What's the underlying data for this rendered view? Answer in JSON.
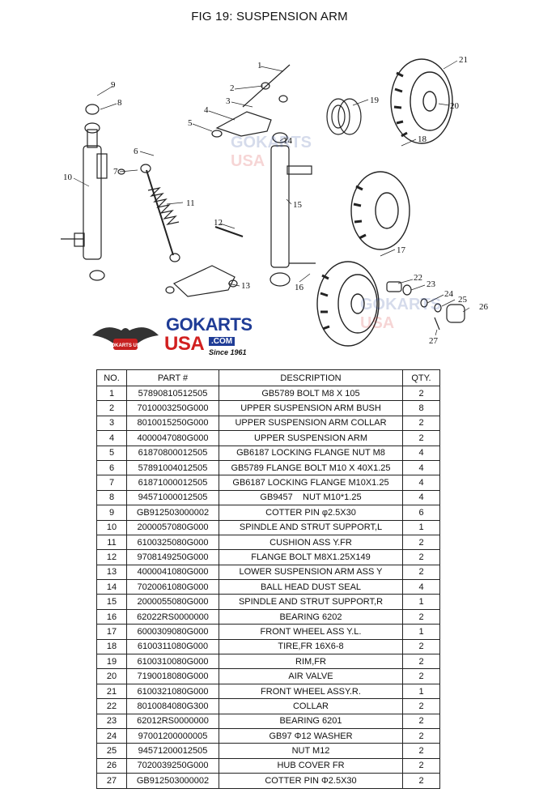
{
  "title": "FIG 19: SUSPENSION ARM",
  "callouts": [
    "1",
    "2",
    "3",
    "4",
    "5",
    "6",
    "7",
    "8",
    "9",
    "10",
    "11",
    "12",
    "13",
    "14",
    "15",
    "16",
    "17",
    "18",
    "19",
    "20",
    "21",
    "22",
    "23",
    "24",
    "25",
    "26",
    "27"
  ],
  "logo": {
    "brand_top": "GOKARTS",
    "brand_bottom": "USA",
    "domain": ".COM",
    "since": "Since 1961",
    "badge_text": "GOKARTS USA"
  },
  "colors": {
    "brand_blue": "#1f3c96",
    "brand_red": "#d11f1f"
  },
  "table": {
    "headers": [
      "NO.",
      "PART #",
      "DESCRIPTION",
      "QTY."
    ],
    "rows": [
      [
        "1",
        "57890810512505",
        "GB5789 BOLT M8 X 105",
        "2"
      ],
      [
        "2",
        "7010003250G000",
        "UPPER SUSPENSION ARM BUSH",
        "8"
      ],
      [
        "3",
        "8010015250G000",
        "UPPER SUSPENSION ARM COLLAR",
        "2"
      ],
      [
        "4",
        "4000047080G000",
        "UPPER SUSPENSION ARM",
        "2"
      ],
      [
        "5",
        "61870800012505",
        "GB6187 LOCKING FLANGE NUT M8",
        "4"
      ],
      [
        "6",
        "57891004012505",
        "GB5789 FLANGE BOLT M10 X 40X1.25",
        "4"
      ],
      [
        "7",
        "61871000012505",
        "GB6187 LOCKING FLANGE M10X1.25",
        "4"
      ],
      [
        "8",
        "94571000012505",
        "GB9457    NUT M10*1.25",
        "4"
      ],
      [
        "9",
        "GB912503000002",
        "COTTER PIN φ2.5X30",
        "6"
      ],
      [
        "10",
        "2000057080G000",
        "SPINDLE AND STRUT SUPPORT,L",
        "1"
      ],
      [
        "11",
        "6100325080G000",
        "CUSHION ASS Y.FR",
        "2"
      ],
      [
        "12",
        "9708149250G000",
        "FLANGE BOLT M8X1.25X149",
        "2"
      ],
      [
        "13",
        "4000041080G000",
        "LOWER SUSPENSION ARM ASS Y",
        "2"
      ],
      [
        "14",
        "7020061080G000",
        "BALL HEAD DUST SEAL",
        "4"
      ],
      [
        "15",
        "2000055080G000",
        "SPINDLE AND STRUT SUPPORT,R",
        "1"
      ],
      [
        "16",
        "62022RS0000000",
        "BEARING 6202",
        "2"
      ],
      [
        "17",
        "6000309080G000",
        "FRONT WHEEL ASS Y.L.",
        "1"
      ],
      [
        "18",
        "6100311080G000",
        "TIRE,FR 16X6-8",
        "2"
      ],
      [
        "19",
        "6100310080G000",
        "RIM,FR",
        "2"
      ],
      [
        "20",
        "7190018080G000",
        "AIR VALVE",
        "2"
      ],
      [
        "21",
        "6100321080G000",
        "FRONT WHEEL ASSY.R.",
        "1"
      ],
      [
        "22",
        "8010084080G300",
        "COLLAR",
        "2"
      ],
      [
        "23",
        "62012RS0000000",
        "BEARING 6201",
        "2"
      ],
      [
        "24",
        "97001200000005",
        "GB97 Φ12 WASHER",
        "2"
      ],
      [
        "25",
        "94571200012505",
        "NUT M12",
        "2"
      ],
      [
        "26",
        "7020039250G000",
        "HUB COVER FR",
        "2"
      ],
      [
        "27",
        "GB912503000002",
        "COTTER PIN Φ2.5X30",
        "2"
      ]
    ]
  }
}
